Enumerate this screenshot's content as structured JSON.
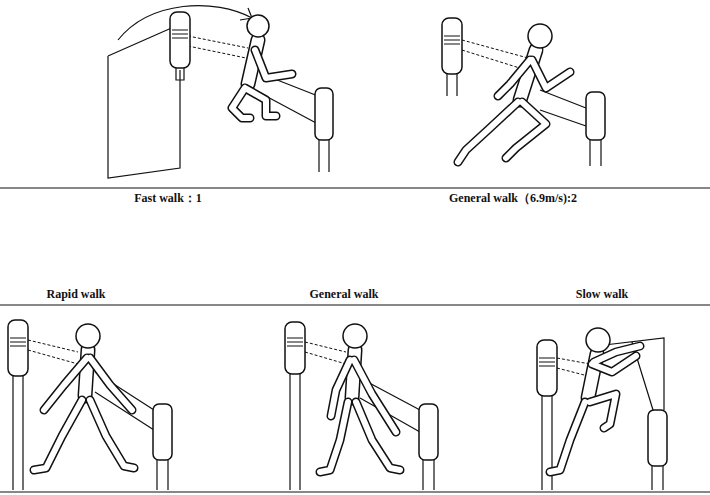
{
  "diagram": {
    "labels": [
      "Fast walk：1",
      "General walk（6.9m/s):2",
      "Rapid walk",
      "General walk",
      "Slow walk"
    ]
  }
}
